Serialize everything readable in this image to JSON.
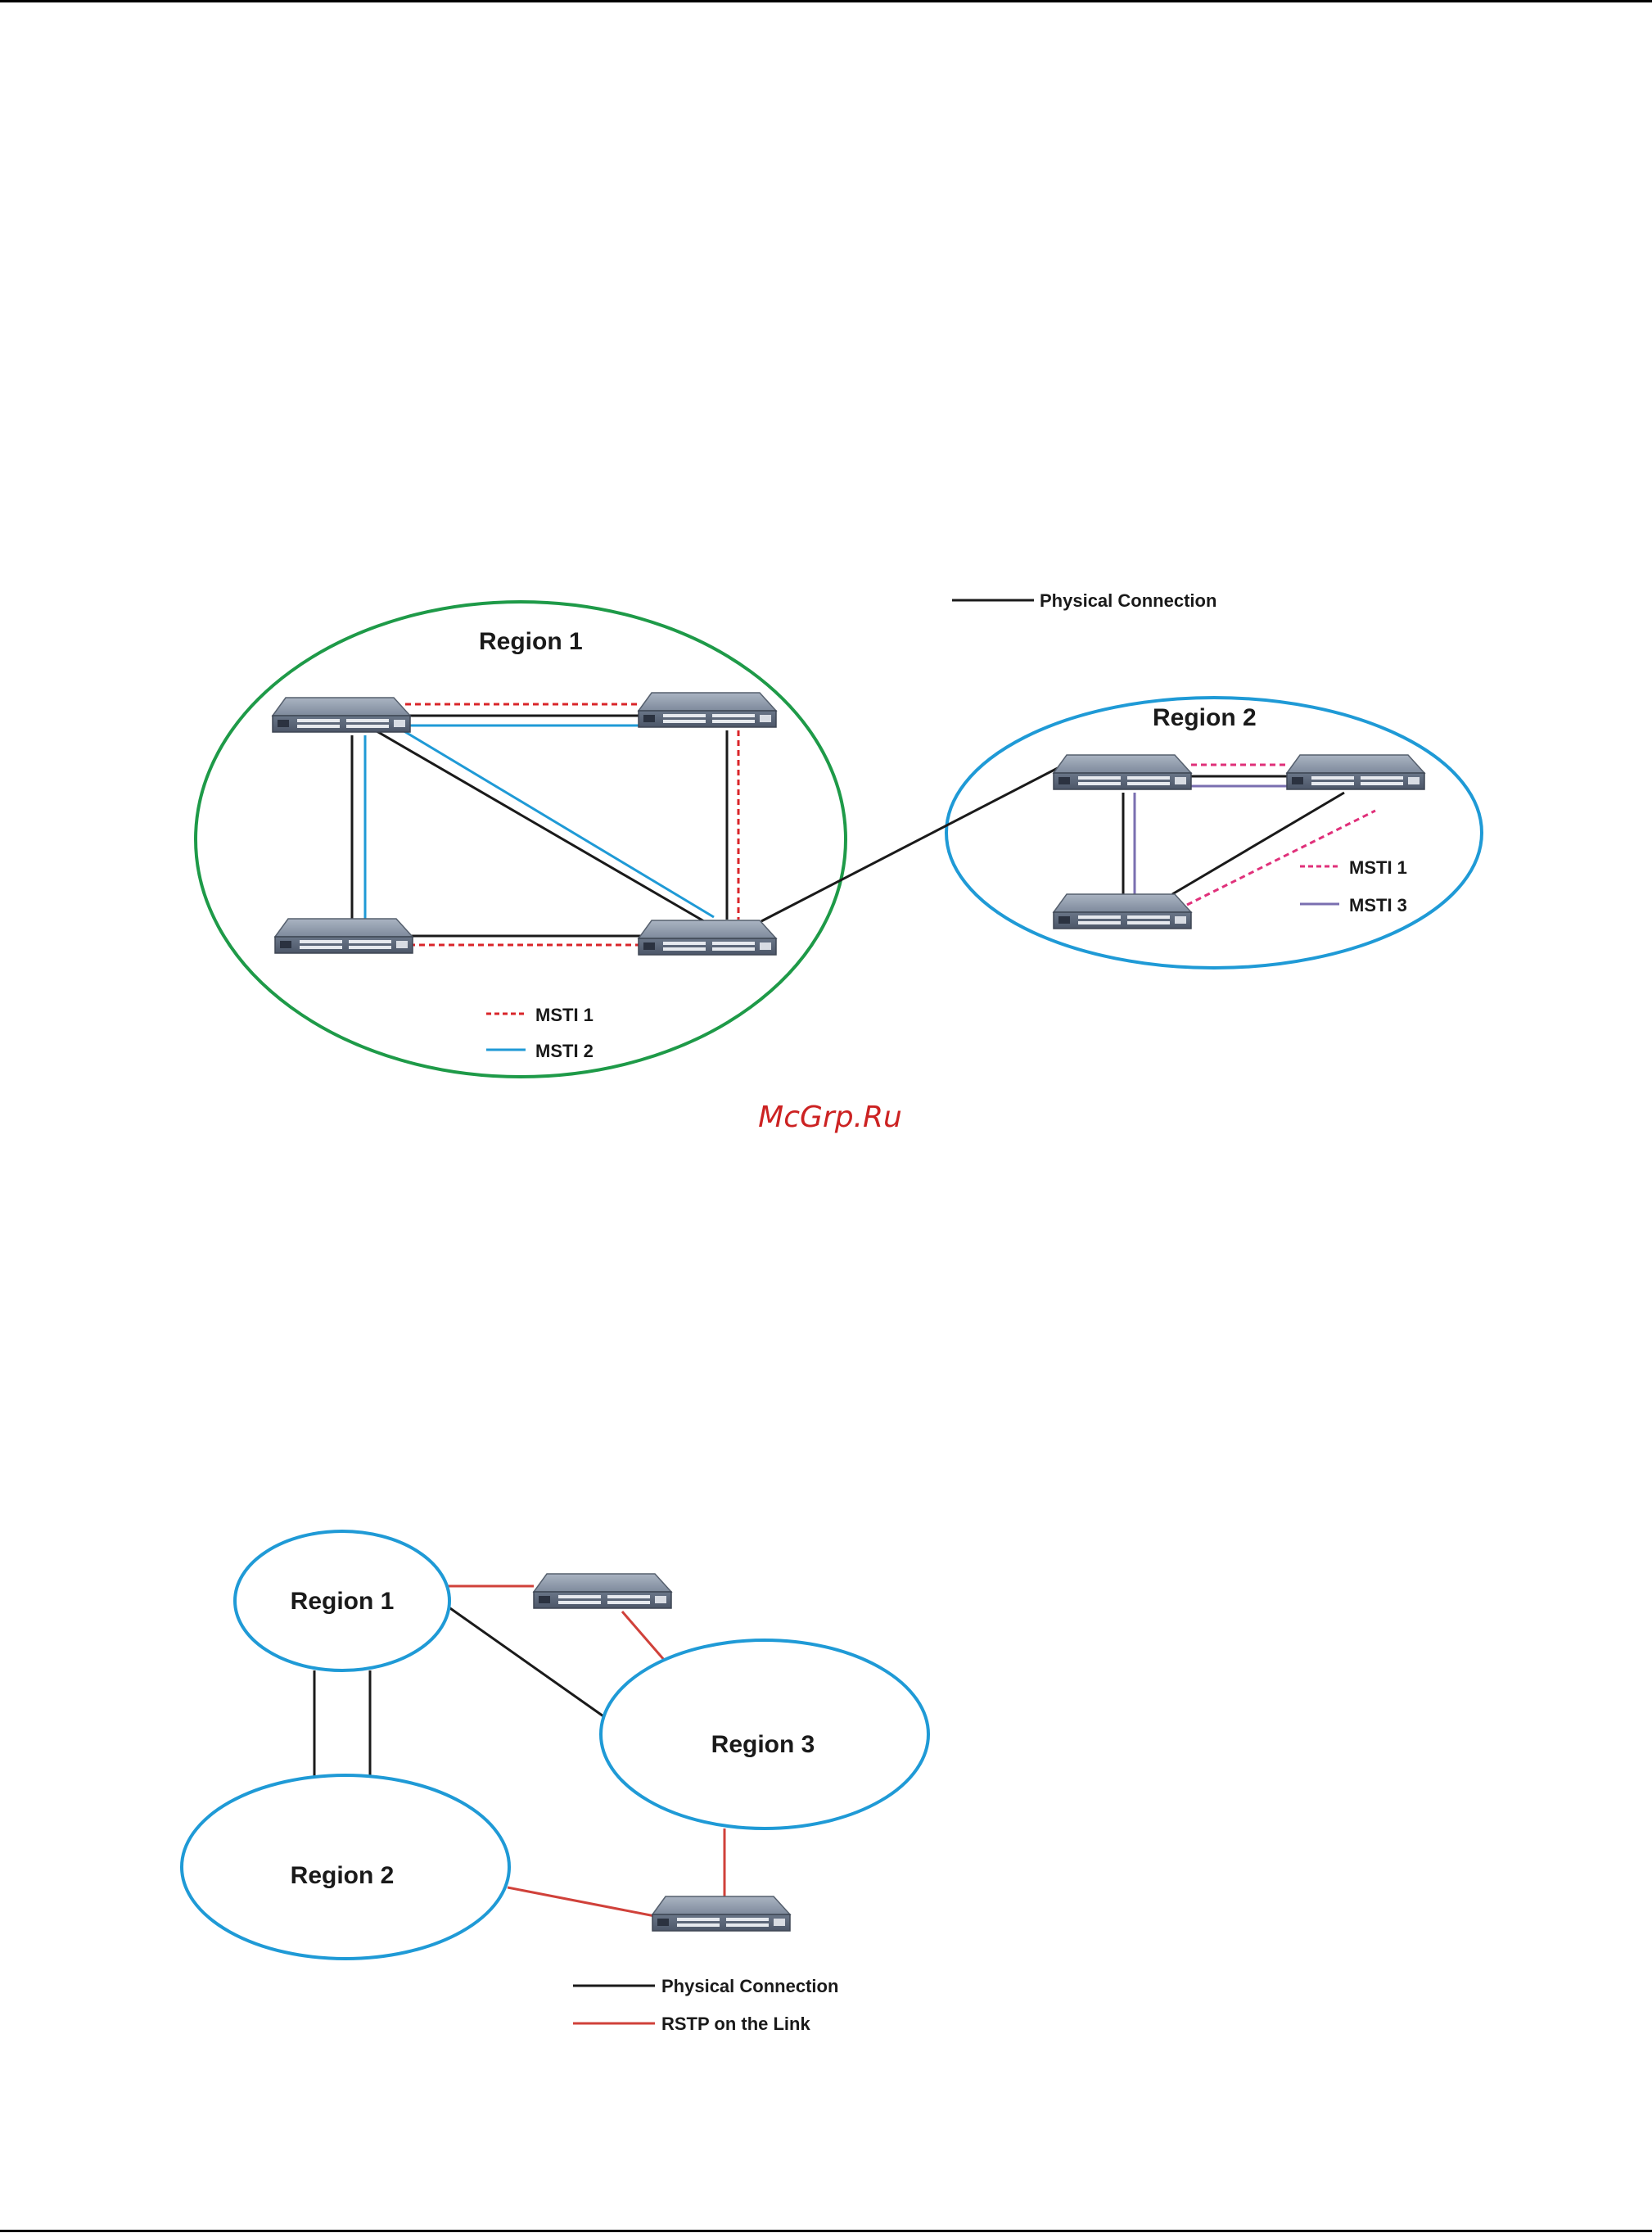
{
  "watermark": "McGrp.Ru",
  "diagram1": {
    "legend_top": "Physical Connection",
    "region1": "Region 1",
    "region2": "Region 2",
    "region1_legend": {
      "msti1": "MSTI 1",
      "msti2": "MSTI 2"
    },
    "region2_legend": {
      "msti1": "MSTI 1",
      "msti3": "MSTI 3"
    }
  },
  "diagram2": {
    "region1": "Region 1",
    "region2": "Region 2",
    "region3": "Region 3",
    "legend": {
      "physical": "Physical Connection",
      "rstp": "RSTP on the Link"
    }
  },
  "colors": {
    "physical": "#1a1a1a",
    "msti1_region1": "#d9252a",
    "msti2": "#1f9ad6",
    "msti1_region2": "#e0307a",
    "msti3": "#7a6fb0",
    "rstp": "#d0413a",
    "region_green": "#1e9a48",
    "region_blue": "#1f9ad6"
  },
  "icons": [
    "network-switch-icon"
  ]
}
